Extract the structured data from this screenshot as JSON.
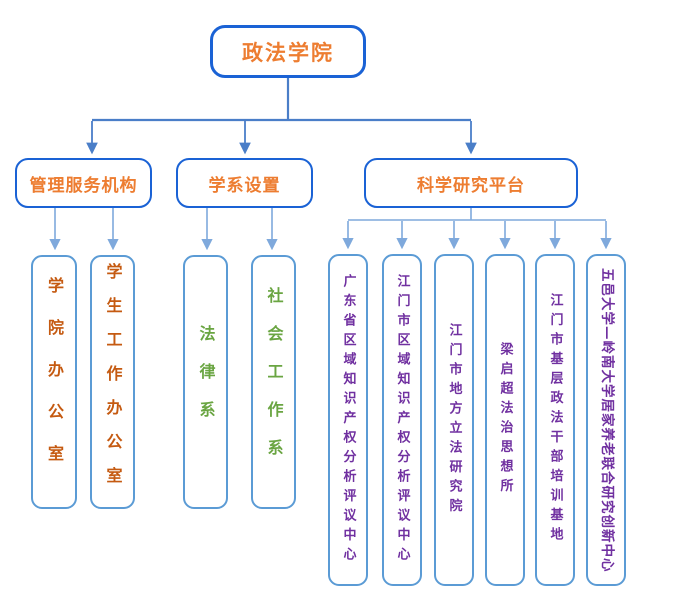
{
  "chart": {
    "root": {
      "label": "政法学院"
    },
    "branches": [
      {
        "label": "管理服务机构",
        "children": [
          {
            "label": "学院办公室"
          },
          {
            "label": "学生工作办公室"
          }
        ]
      },
      {
        "label": "学系设置",
        "children": [
          {
            "label": "法律系"
          },
          {
            "label": "社会工作系"
          }
        ]
      },
      {
        "label": "科学研究平台",
        "children": [
          {
            "label": "广东省区域知识产权分析评议中心"
          },
          {
            "label": "江门市区域知识产权分析评议中心"
          },
          {
            "label": "江门市地方立法研究院"
          },
          {
            "label": "梁启超法治思想所"
          },
          {
            "label": "江门市基层政法干部培训基地"
          },
          {
            "label": "五邑大学—岭南大学居家养老联合研究创新中心"
          }
        ]
      }
    ]
  },
  "colors": {
    "background": "#FFFFFF",
    "border_primary": "#1A62D5",
    "border_leaf": "#5B9BD5",
    "connector_strong": "#4A7EC8",
    "connector_light": "#7FA9DC",
    "header_text": "#ED7D31",
    "office_text": "#C55A11",
    "department_text": "#6AA542",
    "research_text": "#7030A0"
  }
}
